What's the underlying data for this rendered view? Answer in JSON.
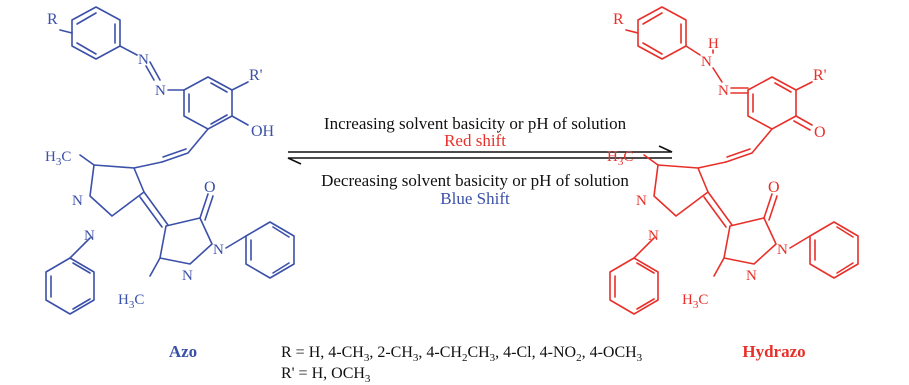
{
  "colors": {
    "azo": "#3b50a8",
    "hydrazo": "#e8302a",
    "text": "#111111"
  },
  "azo": {
    "name": "Azo",
    "substituent_r": "R",
    "substituent_r_prime": "R'",
    "atoms": {
      "n1": "N",
      "n2": "N",
      "oh": "OH",
      "n_ring1": "N",
      "n_ring2": "N",
      "n_pz2a": "N",
      "n_pz2b": "N",
      "o": "O",
      "me1_main": "H",
      "me1_sub": "3",
      "me1_c": "C",
      "me2_main": "H",
      "me2_sub": "3",
      "me2_c": "C"
    }
  },
  "hydrazo": {
    "name": "Hydrazo",
    "substituent_r": "R",
    "substituent_r_prime": "R'",
    "atoms": {
      "h": "H",
      "n1": "N",
      "n2": "N",
      "o_quinone": "O",
      "n_ring1": "N",
      "n_ring2": "N",
      "n_pz2a": "N",
      "n_pz2b": "N",
      "o": "O",
      "me1_main": "H",
      "me1_sub": "3",
      "me1_c": "C",
      "me2_main": "H",
      "me2_sub": "3",
      "me2_c": "C"
    }
  },
  "equilibrium": {
    "forward": "Increasing solvent basicity or pH of solution",
    "forward_shift": "Red shift",
    "reverse": "Decreasing solvent basicity or pH of solution",
    "reverse_shift": "Blue Shift"
  },
  "legend": {
    "r_prefix": "R = H, 4-CH",
    "r_items": [
      {
        "pre": "",
        "sub": "3",
        "post": ", 2-CH"
      },
      {
        "pre": "",
        "sub": "3",
        "post": ", 4-CH"
      },
      {
        "pre": "",
        "sub": "2",
        "post": "CH"
      },
      {
        "pre": "",
        "sub": "3",
        "post": ", 4-Cl, 4-NO"
      },
      {
        "pre": "",
        "sub": "2",
        "post": ", 4-OCH"
      },
      {
        "pre": "",
        "sub": "3",
        "post": ""
      }
    ],
    "r_prime_prefix": "R' = H, OCH",
    "r_prime_sub": "3"
  }
}
